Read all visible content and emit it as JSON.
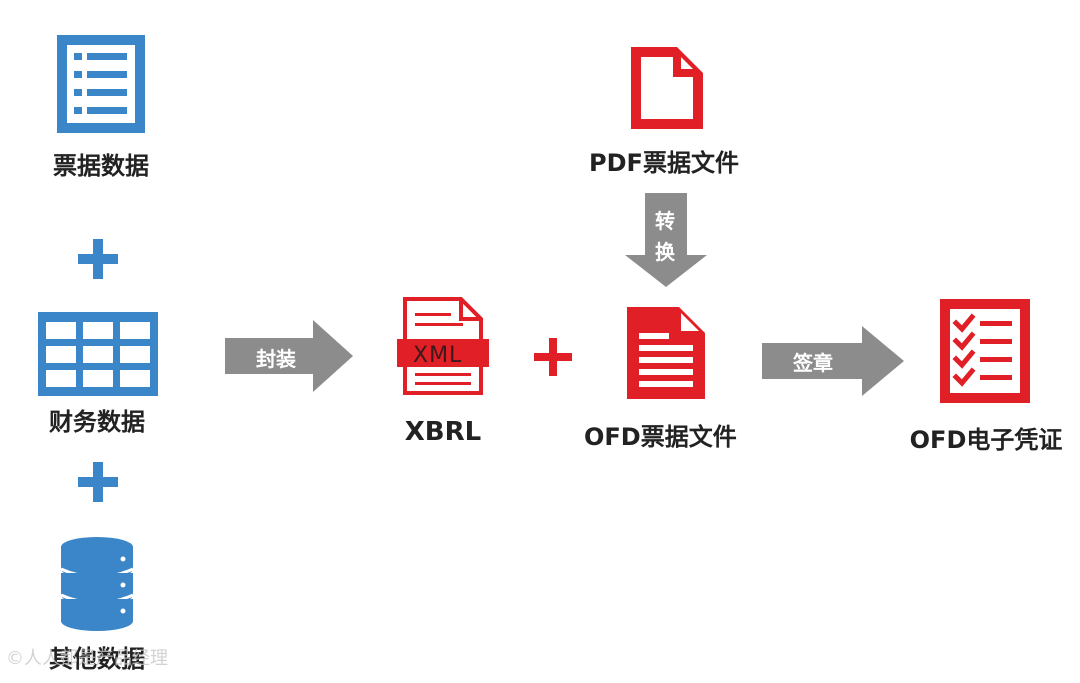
{
  "colors": {
    "blue": "#3a86c8",
    "red": "#e11f26",
    "gray": "#8c8c8c"
  },
  "icons": {
    "ticket_data": "document-list-icon",
    "finance_data": "table-grid-icon",
    "other_data": "database-icon",
    "pdf_file": "blank-document-icon",
    "xbrl": "xml-file-icon",
    "ofd_file": "red-document-icon",
    "ofd_voucher": "checklist-icon"
  },
  "inputs": {
    "ticket_data": "票据数据",
    "finance_data": "财务数据",
    "other_data": "其他数据"
  },
  "arrows": {
    "package": "封装",
    "convert_1": "转",
    "convert_2": "换",
    "sign": "签章"
  },
  "xml_badge": "XML",
  "outputs": {
    "xbrl": "XBRL",
    "pdf_file": "PDF票据文件",
    "ofd_file": "OFD票据文件",
    "ofd_voucher": "OFD电子凭证"
  },
  "watermark": "©人人都是产品经理"
}
